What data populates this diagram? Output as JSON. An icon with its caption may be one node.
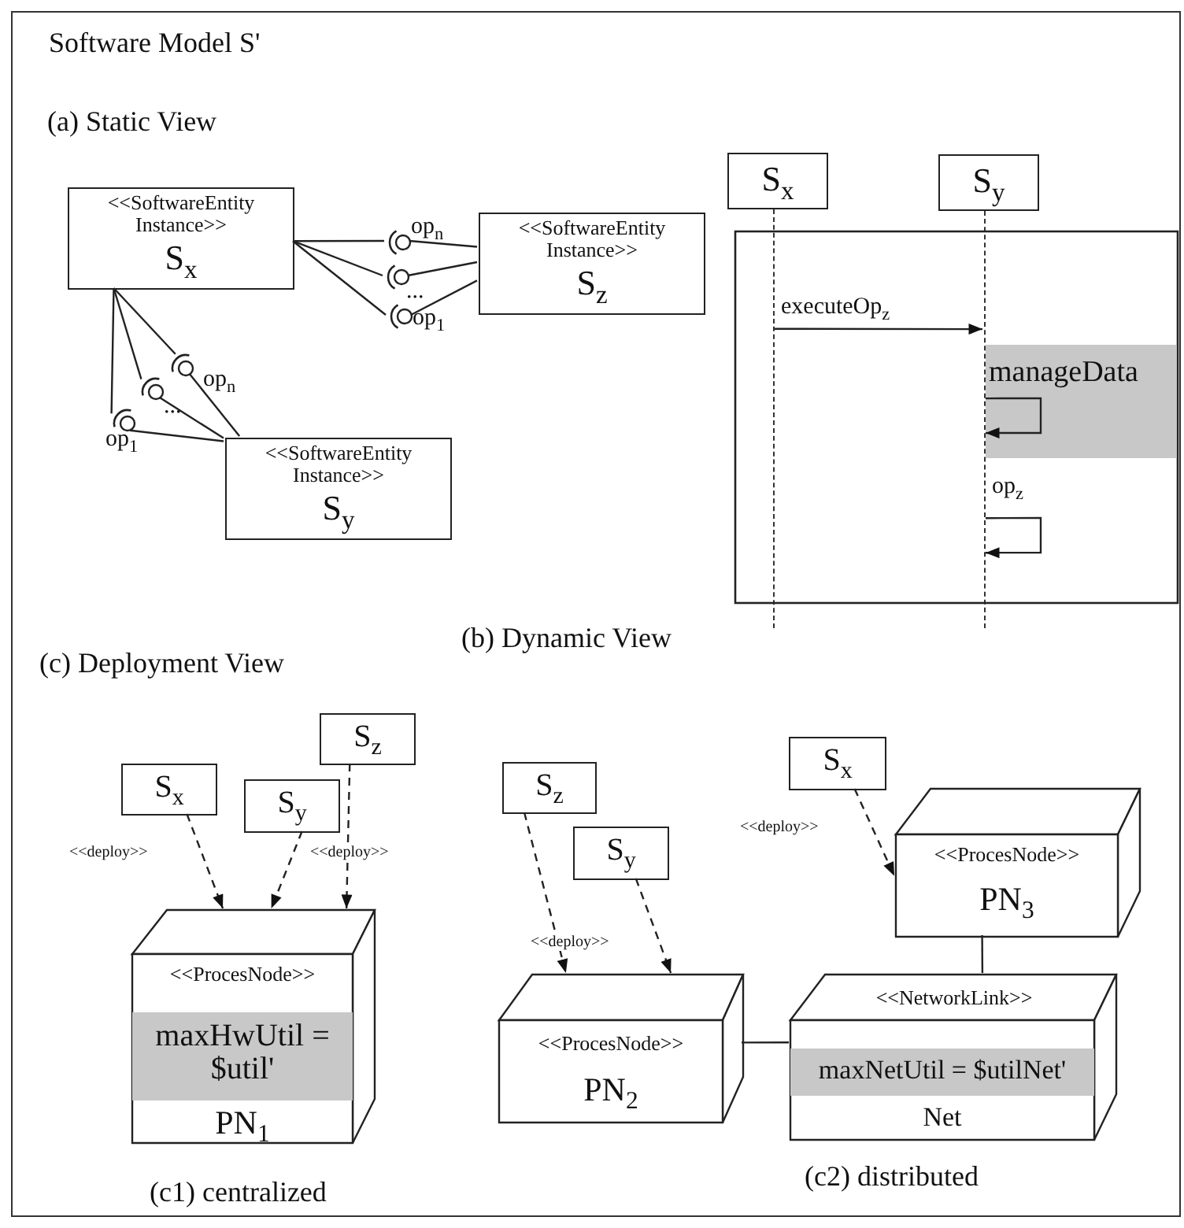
{
  "diagram": {
    "nodes": [
      {
        "text": [
          "Software Model S'"
        ]
      },
      {
        "text": [
          "<<SoftwareEntity Instance>>",
          "S$_{x}$"
        ],
        "in": 0
      },
      {
        "text": [
          "<<SoftwareEntity Instance>>",
          "S$_{z}$"
        ],
        "in": 0
      },
      {
        "text": [
          "<<SoftwareEntity Instance>>",
          "S$_{y}$"
        ],
        "in": 0
      },
      {
        "text": [],
        "shape": "circle",
        "beside": [
          "op$_{n}$"
        ],
        "in": 0
      },
      {
        "text": [],
        "shape": "circle",
        "beside": [
          "..."
        ],
        "in": 0
      },
      {
        "text": [],
        "shape": "circle",
        "beside": [
          "op$_{1}$"
        ],
        "in": 0
      },
      {
        "text": [],
        "shape": "circle",
        "beside": [
          "op$_{1}$"
        ],
        "in": 0
      },
      {
        "text": [],
        "shape": "circle",
        "beside": [
          "..."
        ],
        "in": 0
      },
      {
        "text": [],
        "shape": "circle",
        "beside": [
          "op$_{n}$"
        ],
        "in": 0
      },
      {
        "text": [
          "S$_{x}$"
        ],
        "in": 0
      },
      {
        "text": [
          "S$_{y}$"
        ],
        "in": 0
      },
      {
        "text": [],
        "shape": "bar",
        "in": 0
      },
      {
        "text": [],
        "shape": "bar",
        "in": 0
      },
      {
        "text": [
          "S$_{x}$"
        ],
        "in": 0
      },
      {
        "text": [
          "S$_{y}$"
        ],
        "in": 0
      },
      {
        "text": [
          "S$_{z}$"
        ],
        "in": 0
      },
      {
        "text": [
          "<<ProcesNode>>",
          "PN$_{1}$"
        ],
        "in": 0
      },
      {
        "text": [
          "maxHwUtil = $util'"
        ],
        "in": 17
      },
      {
        "text": [
          "S$_{z}$"
        ],
        "in": 0
      },
      {
        "text": [
          "S$_{y}$"
        ],
        "in": 0
      },
      {
        "text": [
          "S$_{x}$"
        ],
        "in": 0
      },
      {
        "text": [
          "<<ProcesNode>>",
          "PN$_{3}$"
        ],
        "in": 0
      },
      {
        "text": [
          "<<ProcesNode>>",
          "PN$_{2}$"
        ],
        "in": 0
      },
      {
        "text": [
          "<<NetworkLink>>",
          "Net"
        ],
        "in": 0
      },
      {
        "text": [
          "maxNetUtil = $utilNet'"
        ],
        "in": 24
      }
    ],
    "edges": [
      {
        "from": 1,
        "to": 4,
        "arrow": "none"
      },
      {
        "from": 4,
        "to": 2,
        "arrow": "none"
      },
      {
        "from": 1,
        "to": 5,
        "arrow": "none"
      },
      {
        "from": 5,
        "to": 2,
        "arrow": "none"
      },
      {
        "from": 1,
        "to": 6,
        "arrow": "none"
      },
      {
        "from": 6,
        "to": 2,
        "arrow": "none"
      },
      {
        "from": 1,
        "to": 7,
        "arrow": "none"
      },
      {
        "from": 7,
        "to": 3,
        "arrow": "none"
      },
      {
        "from": 1,
        "to": 8,
        "arrow": "none"
      },
      {
        "from": 8,
        "to": 3,
        "arrow": "none"
      },
      {
        "from": 1,
        "to": 9,
        "arrow": "none"
      },
      {
        "from": 9,
        "to": 3,
        "arrow": "none"
      },
      {
        "from": 12,
        "to": 13,
        "arrow": "to",
        "label": "executeOp$_{z}$"
      },
      {
        "from": 13,
        "to": 13,
        "arrow": "to",
        "label": "manageData"
      },
      {
        "from": 13,
        "to": 13,
        "arrow": "to",
        "label": "op$_{z}$"
      },
      {
        "from": 14,
        "to": 17,
        "arrow": "to",
        "style": "dashed",
        "label": "<<deploy>>"
      },
      {
        "from": 15,
        "to": 17,
        "arrow": "to",
        "style": "dashed"
      },
      {
        "from": 16,
        "to": 17,
        "arrow": "to",
        "style": "dashed",
        "label": "<<deploy>>"
      },
      {
        "from": 19,
        "to": 23,
        "arrow": "to",
        "style": "dashed",
        "label": "<<deploy>>"
      },
      {
        "from": 20,
        "to": 23,
        "arrow": "to",
        "style": "dashed"
      },
      {
        "from": 21,
        "to": 22,
        "arrow": "to",
        "style": "dashed",
        "label": "<<deploy>>"
      },
      {
        "from": 22,
        "to": 24,
        "arrow": "none"
      },
      {
        "from": 23,
        "to": 24,
        "arrow": "none"
      }
    ],
    "labels": [
      "(a) Static View",
      "(b) Dynamic View",
      "(c) Deployment View",
      "(c1) centralized",
      "(c2) distributed"
    ]
  }
}
